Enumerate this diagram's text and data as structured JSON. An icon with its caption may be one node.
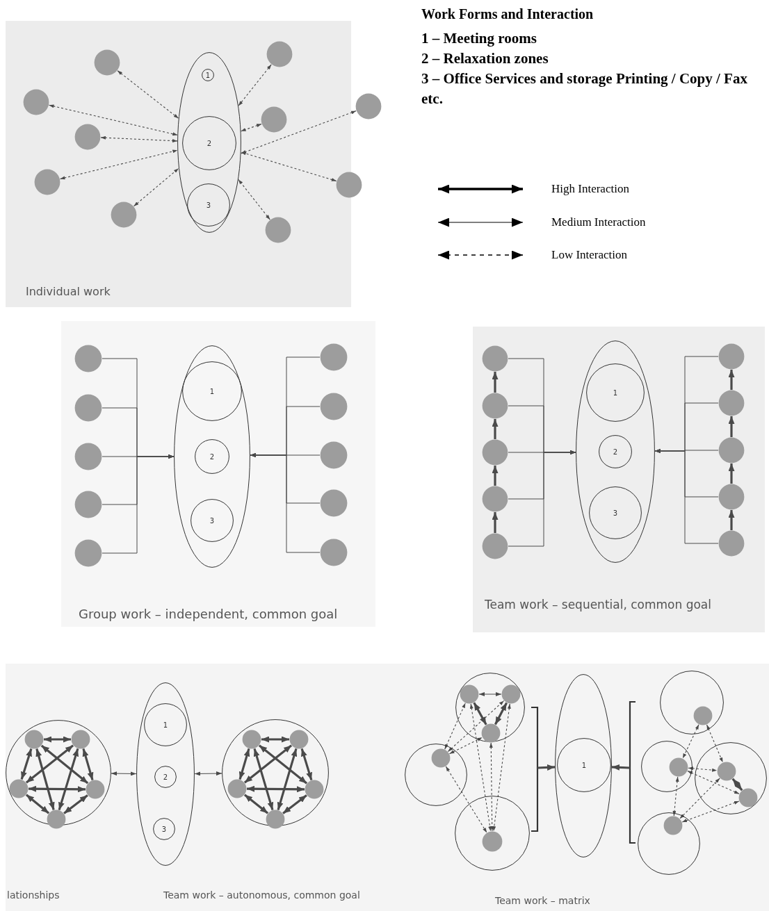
{
  "diagram": {
    "title": "Work Forms and Interaction",
    "nodes": [
      {
        "text": [],
        "shape": "ellipse"
      },
      {
        "text": [
          "1"
        ],
        "in": 0
      },
      {
        "text": [
          "2"
        ],
        "in": 0
      },
      {
        "text": [
          "3"
        ],
        "in": 0
      },
      {
        "text": [],
        "shape": "circle"
      },
      {
        "text": [],
        "shape": "circle"
      },
      {
        "text": [],
        "shape": "circle"
      },
      {
        "text": [],
        "shape": "circle"
      },
      {
        "text": [],
        "shape": "circle"
      },
      {
        "text": [],
        "shape": "circle"
      },
      {
        "text": [],
        "shape": "circle"
      },
      {
        "text": [],
        "shape": "circle"
      },
      {
        "text": [],
        "shape": "circle"
      },
      {
        "text": [],
        "shape": "circle"
      },
      {
        "text": [],
        "shape": "ellipse"
      },
      {
        "text": [
          "1"
        ],
        "in": 14
      },
      {
        "text": [
          "2"
        ],
        "in": 14
      },
      {
        "text": [
          "3"
        ],
        "in": 14
      },
      {
        "text": [],
        "shape": "circle"
      },
      {
        "text": [],
        "shape": "circle"
      },
      {
        "text": [],
        "shape": "circle"
      },
      {
        "text": [],
        "shape": "circle"
      },
      {
        "text": [],
        "shape": "circle"
      },
      {
        "text": [],
        "shape": "circle"
      },
      {
        "text": [],
        "shape": "circle"
      },
      {
        "text": [],
        "shape": "circle"
      },
      {
        "text": [],
        "shape": "circle"
      },
      {
        "text": [],
        "shape": "circle"
      },
      {
        "text": [],
        "shape": "ellipse"
      },
      {
        "text": [
          "1"
        ],
        "in": 28
      },
      {
        "text": [
          "2"
        ],
        "in": 28
      },
      {
        "text": [
          "3"
        ],
        "in": 28
      },
      {
        "text": [],
        "shape": "circle"
      },
      {
        "text": [],
        "shape": "circle"
      },
      {
        "text": [],
        "shape": "circle"
      },
      {
        "text": [],
        "shape": "circle"
      },
      {
        "text": [],
        "shape": "circle"
      },
      {
        "text": [],
        "shape": "circle"
      },
      {
        "text": [],
        "shape": "circle"
      },
      {
        "text": [],
        "shape": "circle"
      },
      {
        "text": [],
        "shape": "circle"
      },
      {
        "text": [],
        "shape": "circle"
      },
      {
        "text": [],
        "shape": "circle"
      },
      {
        "text": [],
        "shape": "circle",
        "in": 42
      },
      {
        "text": [],
        "shape": "circle",
        "in": 42
      },
      {
        "text": [],
        "shape": "circle",
        "in": 42
      },
      {
        "text": [],
        "shape": "circle",
        "in": 42
      },
      {
        "text": [],
        "shape": "circle",
        "in": 42
      },
      {
        "text": [],
        "shape": "ellipse"
      },
      {
        "text": [
          "1"
        ],
        "in": 48
      },
      {
        "text": [
          "2"
        ],
        "in": 48
      },
      {
        "text": [
          "3"
        ],
        "in": 48
      },
      {
        "text": [],
        "shape": "circle"
      },
      {
        "text": [],
        "shape": "circle",
        "in": 52
      },
      {
        "text": [],
        "shape": "circle",
        "in": 52
      },
      {
        "text": [],
        "shape": "circle",
        "in": 52
      },
      {
        "text": [],
        "shape": "circle",
        "in": 52
      },
      {
        "text": [],
        "shape": "circle",
        "in": 52
      },
      {
        "text": [],
        "shape": "circle"
      },
      {
        "text": [],
        "shape": "circle",
        "in": 58
      },
      {
        "text": [],
        "shape": "circle",
        "in": 58
      },
      {
        "text": [],
        "shape": "circle",
        "in": 58
      },
      {
        "text": [],
        "shape": "circle"
      },
      {
        "text": [],
        "shape": "circle",
        "in": 62
      },
      {
        "text": [],
        "shape": "circle"
      },
      {
        "text": [],
        "shape": "circle",
        "in": 64
      },
      {
        "text": [],
        "shape": "ellipse"
      },
      {
        "text": [
          "1"
        ],
        "in": 66
      },
      {
        "text": [],
        "shape": "circle"
      },
      {
        "text": [],
        "shape": "circle",
        "in": 68
      },
      {
        "text": [],
        "shape": "circle"
      },
      {
        "text": [],
        "shape": "circle",
        "in": 70
      },
      {
        "text": [],
        "shape": "circle"
      },
      {
        "text": [],
        "shape": "circle",
        "in": 72
      },
      {
        "text": [],
        "shape": "circle",
        "in": 72
      },
      {
        "text": [],
        "shape": "circle"
      },
      {
        "text": [],
        "shape": "circle",
        "in": 75
      }
    ],
    "edges": [
      {
        "from": 4,
        "to": 0,
        "arrow": "both",
        "style": "dashed"
      },
      {
        "from": 5,
        "to": 0,
        "arrow": "both",
        "style": "dashed"
      },
      {
        "from": 6,
        "to": 0,
        "arrow": "both",
        "style": "dashed"
      },
      {
        "from": 7,
        "to": 0,
        "arrow": "both",
        "style": "dashed"
      },
      {
        "from": 8,
        "to": 0,
        "arrow": "both",
        "style": "dashed"
      },
      {
        "from": 9,
        "to": 0,
        "arrow": "both",
        "style": "dashed"
      },
      {
        "from": 10,
        "to": 0,
        "arrow": "both",
        "style": "dashed"
      },
      {
        "from": 11,
        "to": 0,
        "arrow": "both",
        "style": "dashed"
      },
      {
        "from": 12,
        "to": 0,
        "arrow": "both",
        "style": "dashed"
      },
      {
        "from": 13,
        "to": 0,
        "arrow": "both",
        "style": "dashed"
      },
      {
        "from": 18,
        "to": 14,
        "arrow": "to"
      },
      {
        "from": 19,
        "to": 14,
        "arrow": "to"
      },
      {
        "from": 20,
        "to": 14,
        "arrow": "to"
      },
      {
        "from": 21,
        "to": 14,
        "arrow": "to"
      },
      {
        "from": 22,
        "to": 14,
        "arrow": "to"
      },
      {
        "from": 23,
        "to": 14,
        "arrow": "to"
      },
      {
        "from": 24,
        "to": 14,
        "arrow": "to"
      },
      {
        "from": 25,
        "to": 14,
        "arrow": "to"
      },
      {
        "from": 26,
        "to": 14,
        "arrow": "to"
      },
      {
        "from": 27,
        "to": 14,
        "arrow": "to"
      },
      {
        "from": 32,
        "to": 28,
        "arrow": "to"
      },
      {
        "from": 33,
        "to": 28,
        "arrow": "to"
      },
      {
        "from": 34,
        "to": 28,
        "arrow": "to"
      },
      {
        "from": 35,
        "to": 28,
        "arrow": "to"
      },
      {
        "from": 36,
        "to": 28,
        "arrow": "to"
      },
      {
        "from": 37,
        "to": 28,
        "arrow": "to"
      },
      {
        "from": 38,
        "to": 28,
        "arrow": "to"
      },
      {
        "from": 39,
        "to": 28,
        "arrow": "to"
      },
      {
        "from": 40,
        "to": 28,
        "arrow": "to"
      },
      {
        "from": 41,
        "to": 28,
        "arrow": "to"
      },
      {
        "from": 33,
        "to": 32,
        "arrow": "to",
        "style": "thick"
      },
      {
        "from": 34,
        "to": 33,
        "arrow": "to",
        "style": "thick"
      },
      {
        "from": 35,
        "to": 34,
        "arrow": "to",
        "style": "thick"
      },
      {
        "from": 36,
        "to": 35,
        "arrow": "to",
        "style": "thick"
      },
      {
        "from": 38,
        "to": 37,
        "arrow": "to",
        "style": "thick"
      },
      {
        "from": 39,
        "to": 38,
        "arrow": "to",
        "style": "thick"
      },
      {
        "from": 40,
        "to": 39,
        "arrow": "to",
        "style": "thick"
      },
      {
        "from": 41,
        "to": 40,
        "arrow": "to",
        "style": "thick"
      },
      {
        "from": 43,
        "to": 44,
        "arrow": "both",
        "style": "thick"
      },
      {
        "from": 43,
        "to": 45,
        "arrow": "both",
        "style": "thick"
      },
      {
        "from": 43,
        "to": 46,
        "arrow": "both",
        "style": "thick"
      },
      {
        "from": 43,
        "to": 47,
        "arrow": "both",
        "style": "thick"
      },
      {
        "from": 44,
        "to": 45,
        "arrow": "both",
        "style": "thick"
      },
      {
        "from": 44,
        "to": 46,
        "arrow": "both",
        "style": "thick"
      },
      {
        "from": 44,
        "to": 47,
        "arrow": "both",
        "style": "thick"
      },
      {
        "from": 45,
        "to": 46,
        "arrow": "both",
        "style": "thick"
      },
      {
        "from": 45,
        "to": 47,
        "arrow": "both",
        "style": "thick"
      },
      {
        "from": 46,
        "to": 47,
        "arrow": "both",
        "style": "thick"
      },
      {
        "from": 42,
        "to": 48,
        "arrow": "both"
      },
      {
        "from": 48,
        "to": 52,
        "arrow": "both"
      },
      {
        "from": 53,
        "to": 54,
        "arrow": "both",
        "style": "thick"
      },
      {
        "from": 53,
        "to": 55,
        "arrow": "both",
        "style": "thick"
      },
      {
        "from": 53,
        "to": 56,
        "arrow": "both",
        "style": "thick"
      },
      {
        "from": 53,
        "to": 57,
        "arrow": "both",
        "style": "thick"
      },
      {
        "from": 54,
        "to": 55,
        "arrow": "both",
        "style": "thick"
      },
      {
        "from": 54,
        "to": 56,
        "arrow": "both",
        "style": "thick"
      },
      {
        "from": 54,
        "to": 57,
        "arrow": "both",
        "style": "thick"
      },
      {
        "from": 55,
        "to": 56,
        "arrow": "both",
        "style": "thick"
      },
      {
        "from": 55,
        "to": 57,
        "arrow": "both",
        "style": "thick"
      },
      {
        "from": 56,
        "to": 57,
        "arrow": "both",
        "style": "thick"
      },
      {
        "from": 59,
        "to": 60,
        "arrow": "both"
      },
      {
        "from": 59,
        "to": 61,
        "arrow": "both",
        "style": "thick"
      },
      {
        "from": 60,
        "to": 61,
        "arrow": "both",
        "style": "thick"
      },
      {
        "from": 63,
        "to": 59,
        "arrow": "both",
        "style": "dashed"
      },
      {
        "from": 63,
        "to": 60,
        "arrow": "both",
        "style": "dashed"
      },
      {
        "from": 63,
        "to": 61,
        "arrow": "both",
        "style": "dashed"
      },
      {
        "from": 63,
        "to": 65,
        "arrow": "both",
        "style": "dashed"
      },
      {
        "from": 59,
        "to": 65,
        "arrow": "both",
        "style": "dashed"
      },
      {
        "from": 61,
        "to": 65,
        "arrow": "both",
        "style": "dashed"
      },
      {
        "from": 60,
        "to": 65,
        "arrow": "both",
        "style": "dashed"
      },
      {
        "from": null,
        "to": 66,
        "arrow": "to",
        "style": "thick"
      },
      {
        "from": null,
        "to": 66,
        "arrow": "to",
        "style": "thick"
      },
      {
        "from": 69,
        "to": 71,
        "arrow": "both",
        "style": "dashed"
      },
      {
        "from": 69,
        "to": 73,
        "arrow": "both",
        "style": "dashed"
      },
      {
        "from": 71,
        "to": 73,
        "arrow": "both",
        "style": "dashed"
      },
      {
        "from": 71,
        "to": 74,
        "arrow": "both",
        "style": "dashed"
      },
      {
        "from": 71,
        "to": 76,
        "arrow": "both",
        "style": "dashed"
      },
      {
        "from": 73,
        "to": 74,
        "arrow": "both",
        "style": "thick"
      },
      {
        "from": 73,
        "to": 76,
        "arrow": "both",
        "style": "dashed"
      },
      {
        "from": 74,
        "to": 76,
        "arrow": "both",
        "style": "dashed"
      }
    ],
    "labels": [
      "1 – Meeting rooms",
      "2 – Relaxation zones",
      "3 – Office Services and storage Printing / Copy / Fax etc.",
      "Individual work",
      "Group work – independent, common goal",
      "Team work – sequential, common goal",
      "lationships",
      "Team work – autonomous, common goal",
      "Team work – matrix"
    ],
    "legend": [
      {
        "text": "High Interaction"
      },
      {
        "text": "Medium Interaction"
      },
      {
        "text": "Low Interaction"
      }
    ]
  }
}
